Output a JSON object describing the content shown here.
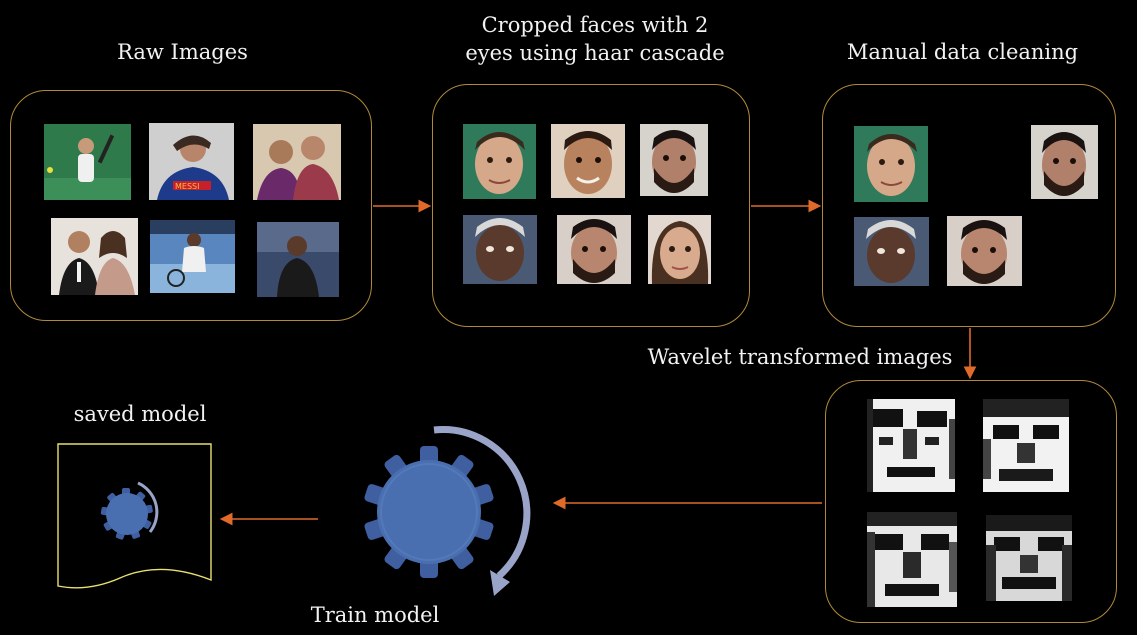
{
  "stages": {
    "raw": {
      "label": "Raw Images"
    },
    "cropped": {
      "label_line1": "Cropped faces with 2",
      "label_line2": "eyes using haar cascade"
    },
    "cleaned": {
      "label": "Manual data cleaning"
    },
    "wavelet": {
      "label": "Wavelet transformed images"
    },
    "train": {
      "label": "Train model"
    },
    "saved": {
      "label": "saved model"
    }
  },
  "colors": {
    "panel_border": "#b08a3a",
    "arrow": "#e06a2a",
    "gear": "#4a6fb0",
    "gear_ring": "#9aa4c8",
    "saved_frame": "#e8e070"
  },
  "icons": {
    "gear": "gear-icon",
    "document": "document-icon"
  }
}
